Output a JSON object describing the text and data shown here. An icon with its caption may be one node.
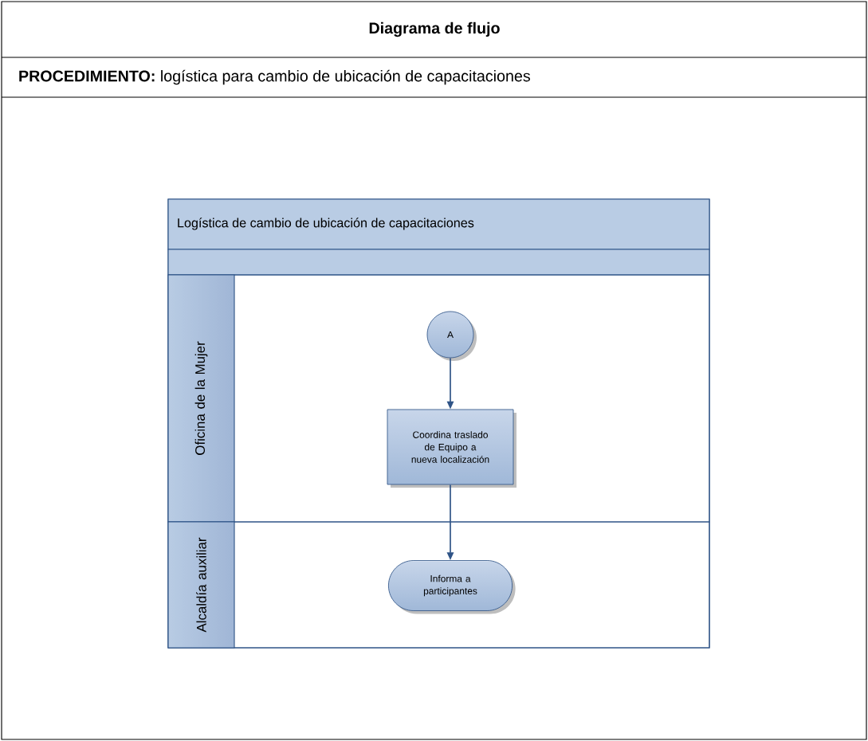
{
  "diagram": {
    "title": "Diagrama de flujo",
    "nodes": [
      {
        "text": [
          "Logística de cambio de ubicación de capacitaciones"
        ]
      },
      {
        "text": [
          "Oficina de la Mujer"
        ],
        "in": 0
      },
      {
        "text": [
          "Alcaldía auxiliar"
        ],
        "in": 0
      },
      {
        "text": [
          "A"
        ],
        "in": 1
      },
      {
        "text": [
          "Coordina traslado de Equipo a nueva localización"
        ],
        "in": 1
      },
      {
        "text": [
          "Informa a participantes"
        ],
        "in": 2
      }
    ],
    "edges": [
      {
        "from": 3,
        "to": 4,
        "arrow": "to"
      },
      {
        "from": 4,
        "to": 5,
        "arrow": "to"
      }
    ],
    "labels": [
      "**PROCEDIMIENTO:** logística para cambio de ubicación de capacitaciones"
    ]
  }
}
